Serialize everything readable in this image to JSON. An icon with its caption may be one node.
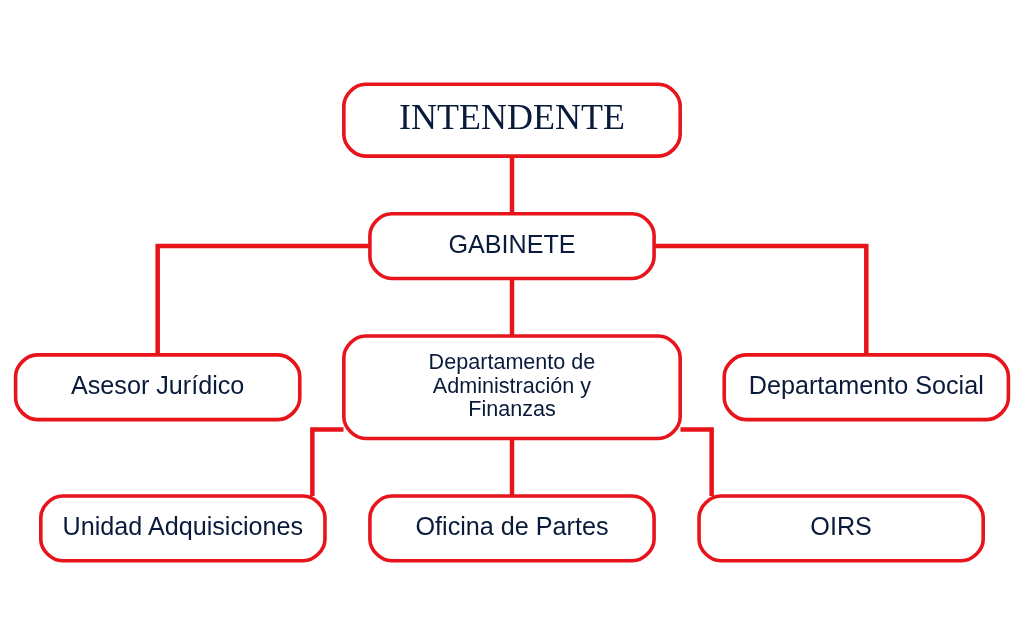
{
  "diagram": {
    "nodes": [
      {
        "text": [
          "INTENDENTE"
        ]
      },
      {
        "text": [
          "GABINETE"
        ]
      },
      {
        "text": [
          "Asesor Jurídico"
        ]
      },
      {
        "text": [
          "Departamento de Administración y Finanzas"
        ]
      },
      {
        "text": [
          "Departamento Social"
        ]
      },
      {
        "text": [
          "Unidad Adquisiciones"
        ]
      },
      {
        "text": [
          "Oficina de Partes"
        ]
      },
      {
        "text": [
          "OIRS"
        ]
      }
    ],
    "edges": [
      {
        "from": 0,
        "to": 1,
        "arrow": "none"
      },
      {
        "from": 1,
        "to": 2,
        "arrow": "none"
      },
      {
        "from": 1,
        "to": 3,
        "arrow": "none"
      },
      {
        "from": 1,
        "to": 4,
        "arrow": "none"
      },
      {
        "from": 3,
        "to": 5,
        "arrow": "none"
      },
      {
        "from": 3,
        "to": 6,
        "arrow": "none"
      },
      {
        "from": 3,
        "to": 7,
        "arrow": "none"
      }
    ]
  }
}
